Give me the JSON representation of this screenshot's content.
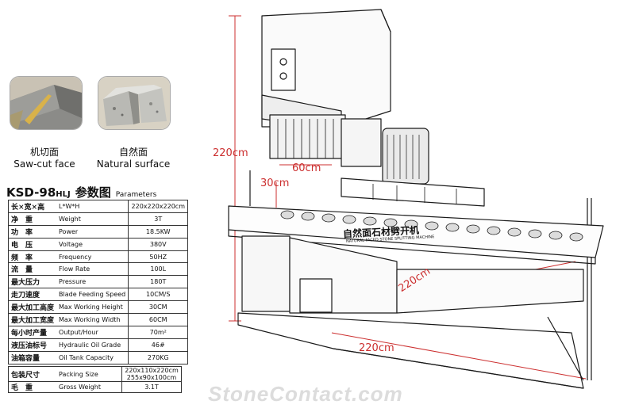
{
  "photos": [
    {
      "cn": "机切面",
      "en": "Saw-cut face"
    },
    {
      "cn": "自然面",
      "en": "Natural surface"
    }
  ],
  "model": {
    "name": "KSD-98",
    "suffix": "HLJ",
    "title_cn": "参数图",
    "title_en": "Parameters"
  },
  "specs": [
    {
      "cn": "长×宽×高",
      "en": "L*W*H",
      "value": "220x220x220cm"
    },
    {
      "cn": "净　重",
      "en": "Weight",
      "value": "3T"
    },
    {
      "cn": "功　率",
      "en": "Power",
      "value": "18.5KW"
    },
    {
      "cn": "电　压",
      "en": "Voltage",
      "value": "380V"
    },
    {
      "cn": "频　率",
      "en": "Frequency",
      "value": "50HZ"
    },
    {
      "cn": "流　量",
      "en": "Flow Rate",
      "value": "100L"
    },
    {
      "cn": "最大压力",
      "en": "Pressure",
      "value": "180T"
    },
    {
      "cn": "走刀速度",
      "en": "Blade Feeding Speed",
      "value": "10CM/S"
    },
    {
      "cn": "最大加工高度",
      "en": "Max Working Height",
      "value": "30CM"
    },
    {
      "cn": "最大加工宽度",
      "en": "Max Working Width",
      "value": "60CM"
    },
    {
      "cn": "每小时产量",
      "en": "Output/Hour",
      "value": "70m²"
    },
    {
      "cn": "液压油标号",
      "en": "Hydraulic Oil Grade",
      "value": "46#"
    },
    {
      "cn": "油箱容量",
      "en": "Oil Tank Capacity",
      "value": "270KG"
    }
  ],
  "specs2": [
    {
      "cn": "包装尺寸",
      "en": "Packing Size",
      "value": "220x110x220cm",
      "value2": "255x90x100cm"
    },
    {
      "cn": "毛　重",
      "en": "Gross Weight",
      "value": "3.1T"
    }
  ],
  "dims": {
    "height": "220cm",
    "width": "60cm",
    "work_height": "30cm",
    "depth": "220cm",
    "length": "220cm"
  },
  "plate": {
    "cn": "自然面石材劈开机",
    "en": "NATURAL FACED STONE SPLITTING MACHINE"
  },
  "watermark": "StoneContact.com"
}
